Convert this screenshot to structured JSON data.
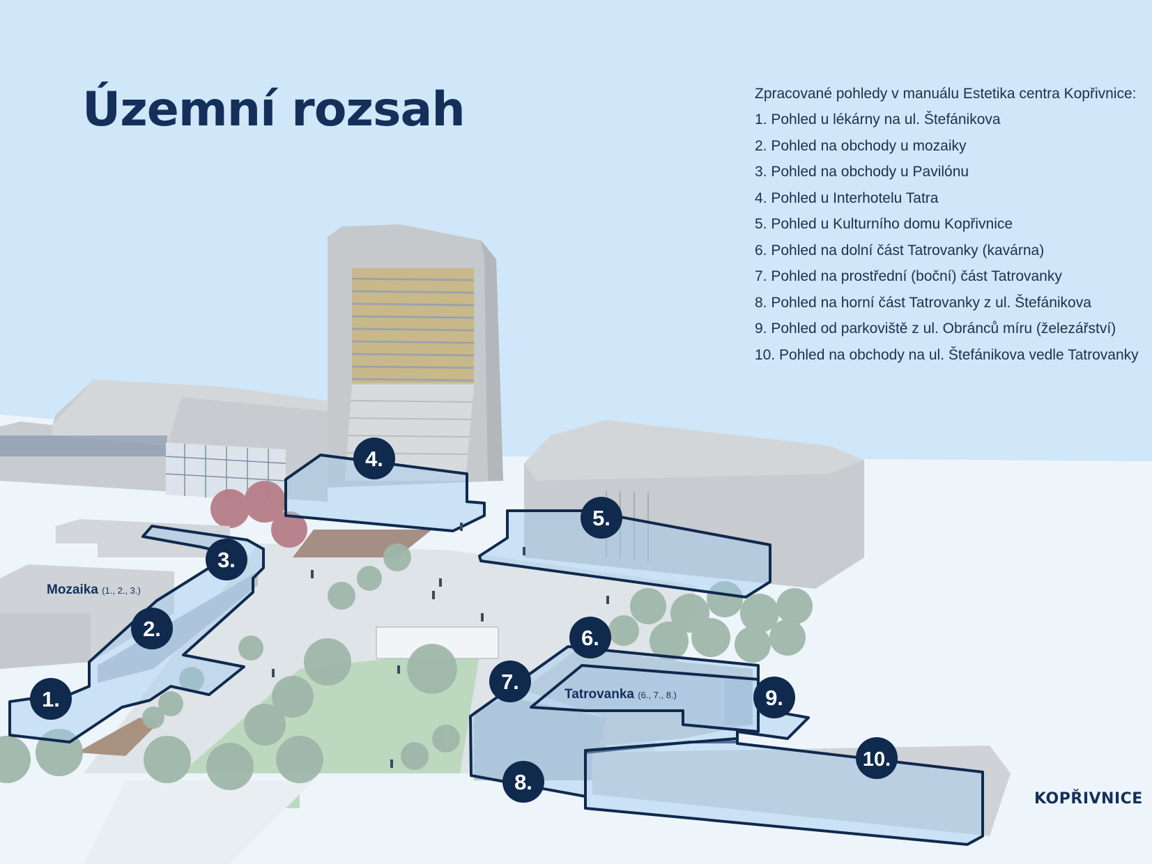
{
  "title": "Územní rozsah",
  "legend": {
    "heading": "Zpracované pohledy v manuálu Estetika centra Kopřivnice:",
    "items": [
      "1. Pohled u lékárny na ul. Štefánikova",
      "2. Pohled na obchody u mozaiky",
      "3. Pohled na obchody u Pavilónu",
      "4. Pohled u Interhotelu Tatra",
      "5. Pohled u Kulturního domu Kopřivnice",
      "6. Pohled na dolní část Tatrovanky (kavárna)",
      "7. Pohled na prostřední (boční) část Tatrovanky",
      "8. Pohled na horní část Tatrovanky z ul. Štefánikova",
      "9. Pohled od parkoviště z ul. Obránců míru (železářství)",
      "10. Pohled na obchody na ul. Štefánikova vedle Tatrovanky"
    ]
  },
  "areas": {
    "mozaika": {
      "name": "Mozaika",
      "views": "(1., 2., 3.)"
    },
    "tatrovanka": {
      "name": "Tatrovanka",
      "views": "(6., 7., 8.)"
    }
  },
  "markers": [
    "1.",
    "2.",
    "3.",
    "4.",
    "5.",
    "6.",
    "7.",
    "8.",
    "9.",
    "10."
  ],
  "logo": "KOPŘIVNICE",
  "colors": {
    "navy": "#0f2a4d",
    "sky": "#cfe7f8",
    "ground": "#eef5fa",
    "highlight_fill": "#9fcaf0",
    "building": "#c9cccf"
  }
}
